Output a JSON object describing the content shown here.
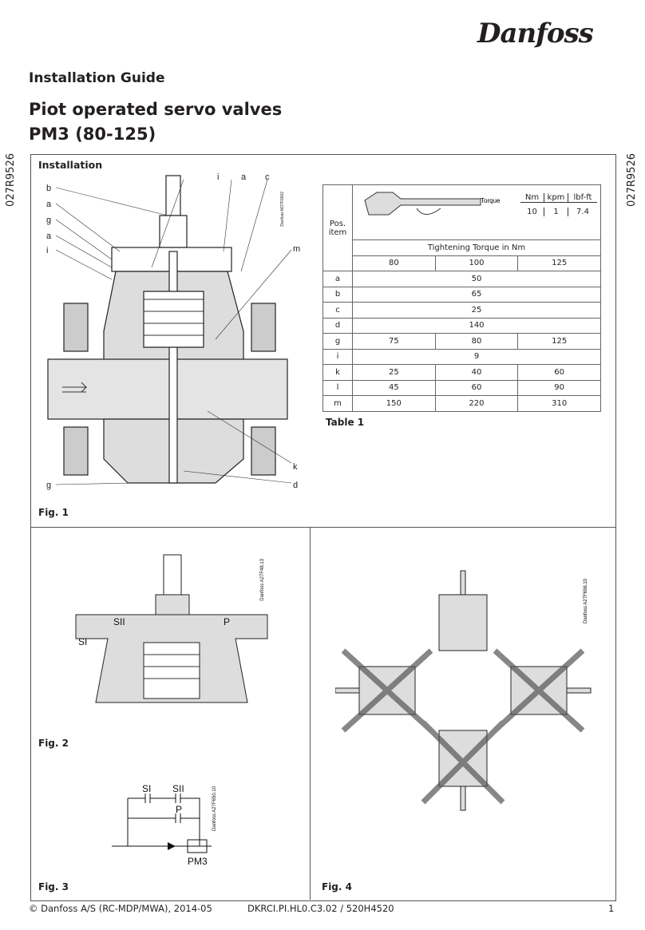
{
  "header": {
    "logo": "Danfoss",
    "doc_type": "Installation Guide",
    "title_line1": "Piot operated servo valves",
    "title_line2": "PM3 (80-125)",
    "side_code": "027R9526"
  },
  "section": {
    "title": "Installation"
  },
  "fig1": {
    "caption": "Fig. 1",
    "code": "Danfoss M27F0002",
    "labels_left": [
      "b",
      "a",
      "g",
      "a",
      "i"
    ],
    "labels_top": [
      "i",
      "a",
      "c"
    ],
    "label_m": "m",
    "label_k": "k",
    "label_d": "d",
    "label_g": "g"
  },
  "table1": {
    "caption": "Table 1",
    "pos_header": "Pos. item",
    "torque_label": "Torque",
    "unit_headers": [
      "Nm",
      "kpm",
      "lbf-ft"
    ],
    "unit_values": [
      "10",
      "1",
      "7.4"
    ],
    "subheader": "Tightening Torque in Nm",
    "sizes": [
      "80",
      "100",
      "125"
    ],
    "rows": [
      {
        "pos": "a",
        "values": [
          "50"
        ]
      },
      {
        "pos": "b",
        "values": [
          "65"
        ]
      },
      {
        "pos": "c",
        "values": [
          "25"
        ]
      },
      {
        "pos": "d",
        "values": [
          "140"
        ]
      },
      {
        "pos": "g",
        "values": [
          "75",
          "80",
          "125"
        ]
      },
      {
        "pos": "i",
        "values": [
          "9"
        ]
      },
      {
        "pos": "k",
        "values": [
          "25",
          "40",
          "60"
        ]
      },
      {
        "pos": "l",
        "values": [
          "45",
          "60",
          "90"
        ]
      },
      {
        "pos": "m",
        "values": [
          "150",
          "220",
          "310"
        ]
      }
    ]
  },
  "fig2": {
    "caption": "Fig. 2",
    "code": "Danfoss A27F48.13",
    "labels": [
      "SII",
      "SI",
      "P"
    ]
  },
  "fig3": {
    "caption": "Fig. 3",
    "code": "Danfoss A27F650.10",
    "labels": [
      "SI",
      "SII",
      "P",
      "PM3"
    ]
  },
  "fig4": {
    "caption": "Fig. 4",
    "code": "Danfoss A27F656.10"
  },
  "footer": {
    "left": "© Danfoss A/S (RC-MDP/MWA), 2014-05",
    "center": "DKRCI.PI.HL0.C3.02 / 520H4520",
    "page": "1"
  }
}
